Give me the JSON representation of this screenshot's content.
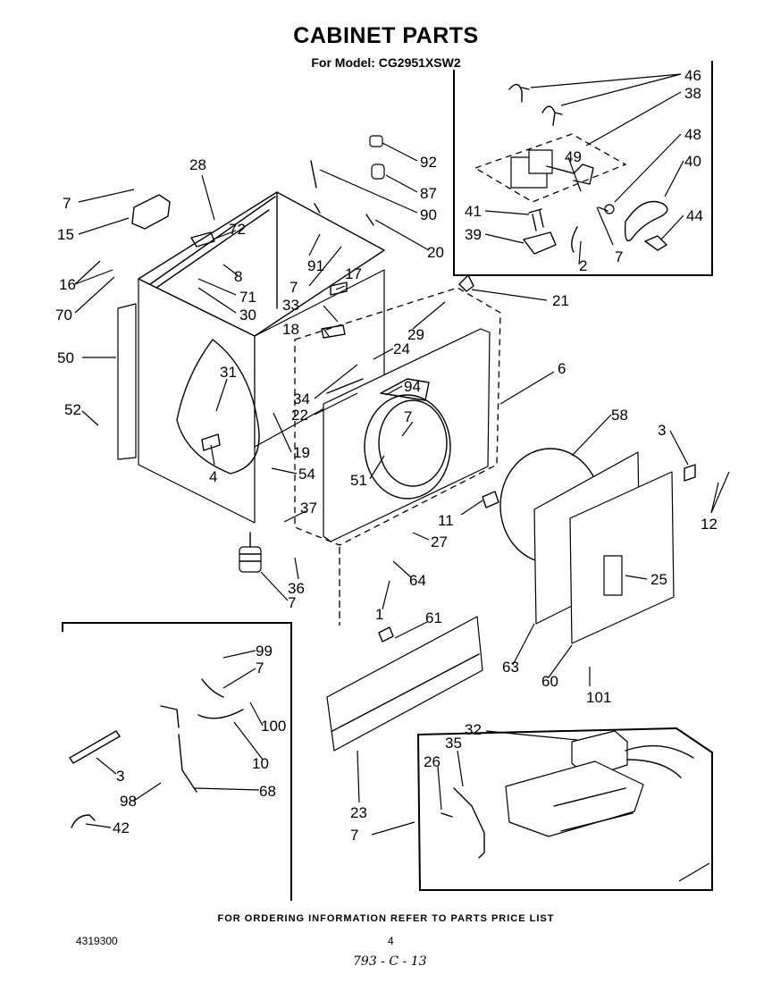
{
  "title": "CABINET PARTS",
  "subtitle": "For Model: CG2951XSW2",
  "footer": "FOR ORDERING INFORMATION REFER TO PARTS PRICE LIST",
  "doc_number": "4319300",
  "page_number": "4",
  "handwritten_note": "793 - C - 13",
  "callouts": [
    {
      "id": "c46",
      "text": "46"
    },
    {
      "id": "c38",
      "text": "38"
    },
    {
      "id": "c48",
      "text": "48"
    },
    {
      "id": "c49",
      "text": "49"
    },
    {
      "id": "c40",
      "text": "40"
    },
    {
      "id": "c41",
      "text": "41"
    },
    {
      "id": "c44",
      "text": "44"
    },
    {
      "id": "c39",
      "text": "39"
    },
    {
      "id": "c7a",
      "text": "7"
    },
    {
      "id": "c2",
      "text": "2"
    },
    {
      "id": "c92",
      "text": "92"
    },
    {
      "id": "c87",
      "text": "87"
    },
    {
      "id": "c90",
      "text": "90"
    },
    {
      "id": "c20",
      "text": "20"
    },
    {
      "id": "c28",
      "text": "28"
    },
    {
      "id": "c7b",
      "text": "7"
    },
    {
      "id": "c15",
      "text": "15"
    },
    {
      "id": "c72",
      "text": "72"
    },
    {
      "id": "c91",
      "text": "91"
    },
    {
      "id": "c7c",
      "text": "7"
    },
    {
      "id": "c8",
      "text": "8"
    },
    {
      "id": "c17",
      "text": "17"
    },
    {
      "id": "c16",
      "text": "16"
    },
    {
      "id": "c70",
      "text": "70"
    },
    {
      "id": "c71",
      "text": "71"
    },
    {
      "id": "c30",
      "text": "30"
    },
    {
      "id": "c33",
      "text": "33"
    },
    {
      "id": "c21",
      "text": "21"
    },
    {
      "id": "c29",
      "text": "29"
    },
    {
      "id": "c18",
      "text": "18"
    },
    {
      "id": "c50",
      "text": "50"
    },
    {
      "id": "c24",
      "text": "24"
    },
    {
      "id": "c6",
      "text": "6"
    },
    {
      "id": "c31",
      "text": "31"
    },
    {
      "id": "c34",
      "text": "34"
    },
    {
      "id": "c94",
      "text": "94"
    },
    {
      "id": "c22",
      "text": "22"
    },
    {
      "id": "c7d",
      "text": "7"
    },
    {
      "id": "c52",
      "text": "52"
    },
    {
      "id": "c58",
      "text": "58"
    },
    {
      "id": "c3a",
      "text": "3"
    },
    {
      "id": "c19",
      "text": "19"
    },
    {
      "id": "c4",
      "text": "4"
    },
    {
      "id": "c54",
      "text": "54"
    },
    {
      "id": "c51",
      "text": "51"
    },
    {
      "id": "c12",
      "text": "12"
    },
    {
      "id": "c37",
      "text": "37"
    },
    {
      "id": "c11",
      "text": "11"
    },
    {
      "id": "c27",
      "text": "27"
    },
    {
      "id": "c36",
      "text": "36"
    },
    {
      "id": "c64",
      "text": "64"
    },
    {
      "id": "c25",
      "text": "25"
    },
    {
      "id": "c7e",
      "text": "7"
    },
    {
      "id": "c1",
      "text": "1"
    },
    {
      "id": "c61",
      "text": "61"
    },
    {
      "id": "c63",
      "text": "63"
    },
    {
      "id": "c60",
      "text": "60"
    },
    {
      "id": "c101",
      "text": "101"
    },
    {
      "id": "c99",
      "text": "99"
    },
    {
      "id": "c7f",
      "text": "7"
    },
    {
      "id": "c100",
      "text": "100"
    },
    {
      "id": "c10",
      "text": "10"
    },
    {
      "id": "c3b",
      "text": "3"
    },
    {
      "id": "c98",
      "text": "98"
    },
    {
      "id": "c68",
      "text": "68"
    },
    {
      "id": "c42",
      "text": "42"
    },
    {
      "id": "c32",
      "text": "32"
    },
    {
      "id": "c35",
      "text": "35"
    },
    {
      "id": "c26",
      "text": "26"
    },
    {
      "id": "c23",
      "text": "23"
    },
    {
      "id": "c7g",
      "text": "7"
    }
  ]
}
